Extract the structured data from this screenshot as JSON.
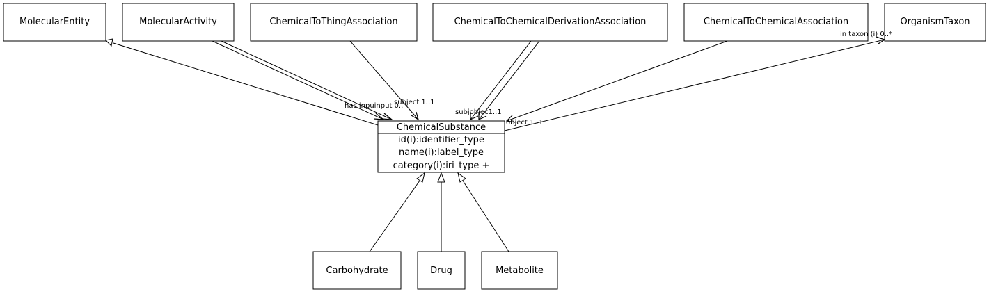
{
  "classes": {
    "molecular_entity": "MolecularEntity",
    "molecular_activity": "MolecularActivity",
    "chemical_to_thing_association": "ChemicalToThingAssociation",
    "chemical_to_chemical_derivation_association": "ChemicalToChemicalDerivationAssociation",
    "chemical_to_chemical_association": "ChemicalToChemicalAssociation",
    "organism_taxon": "OrganismTaxon",
    "carbohydrate": "Carbohydrate",
    "drug": "Drug",
    "metabolite": "Metabolite"
  },
  "focus_class": {
    "name": "ChemicalSubstance",
    "attributes": [
      "id(i):identifier_type",
      "name(i):label_type",
      "category(i):iri_type +"
    ]
  },
  "edge_labels": {
    "has_input_output": "has inpuinput 0..",
    "subject_thing": "subject 1..1",
    "subject_object_derivation": "subjobjec1..1",
    "object_association": "object 1..1",
    "in_taxon": "in taxon (i)  0..*"
  }
}
